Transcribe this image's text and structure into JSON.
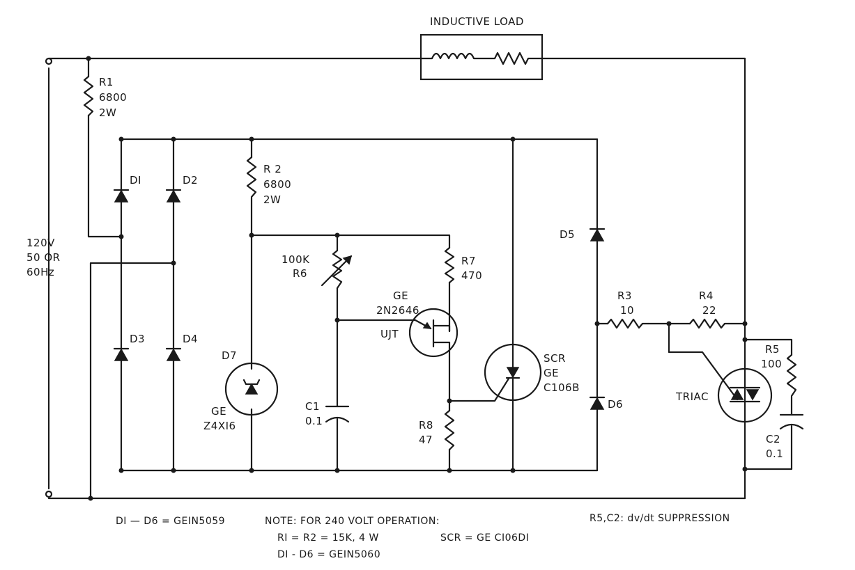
{
  "labels": {
    "inductive_load": "INDUCTIVE LOAD",
    "r1_name": "R1",
    "r1_value": "6800",
    "r1_power": "2W",
    "r2_name": "R 2",
    "r2_value": "6800",
    "r2_power": "2W",
    "d1": "DI",
    "d2": "D2",
    "d3": "D3",
    "d4": "D4",
    "d5": "D5",
    "d6": "D6",
    "supply_voltage": "120V",
    "supply_freq1": "50 OR",
    "supply_freq2": "60Hz",
    "r6_value": "100K",
    "r6_name": "R6",
    "r7_name": "R7",
    "r7_value": "470",
    "ujt_mfr": "GE",
    "ujt_part": "2N2646",
    "ujt_label": "UJT",
    "d7_name": "D7",
    "d7_mfr": "GE",
    "d7_part": "Z4XI6",
    "c1_name": "C1",
    "c1_value": "0.1",
    "r8_name": "R8",
    "r8_value": "47",
    "scr_label": "SCR",
    "scr_mfr": "GE",
    "scr_part": "C106B",
    "r3_name": "R3",
    "r3_value": "10",
    "r4_name": "R4",
    "r4_value": "22",
    "r5_name": "R5",
    "r5_value": "100",
    "triac_label": "TRIAC",
    "c2_name": "C2",
    "c2_value": "0.1"
  },
  "notes": {
    "diodes": "DI — D6 = GEIN5059",
    "note_title": "NOTE:  FOR 240 VOLT OPERATION:",
    "note_r": "RI = R2 = 15K, 4 W",
    "note_scr": "SCR = GE CI06DI",
    "note_d": "DI - D6 = GEIN5060",
    "suppression": "R5,C2: dv/dt SUPPRESSION"
  }
}
